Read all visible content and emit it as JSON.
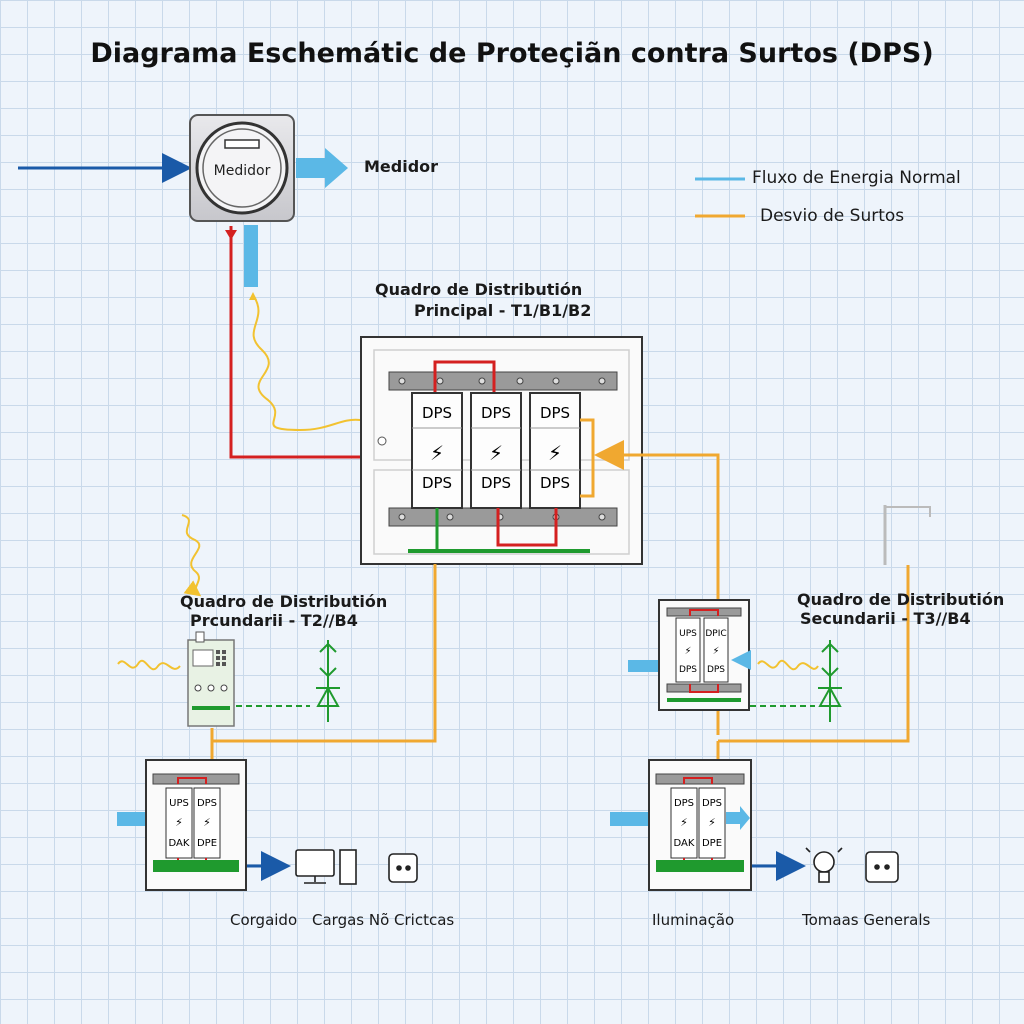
{
  "title": "Diagrama Eschemátic de Proteçiãn contra Surtos (DPS)",
  "meter": {
    "label": "Medidor",
    "caption": "Medidor"
  },
  "legend": {
    "normal_flow": "Fluxo de Energia Normal",
    "surge_diversion": "Desvio de Surtos"
  },
  "panels": {
    "main_line1": "Quadro de Distributión",
    "main_line2": "Principal - T1/B1/B2",
    "secondary_left_line1": "Quadro de Distributión",
    "secondary_left_line2": "Prcundarii - T2//B4",
    "secondary_right_line1": "Quadro de Distributión",
    "secondary_right_line2": "Secundarii - T3//B4"
  },
  "dps_modules": {
    "top_label": "DPS",
    "bottom_label": "DPS",
    "small_left_top": "UPS",
    "small_right_top": "DPIC",
    "small_left_bottom": "DAK",
    "small_right_bottom": "DPE"
  },
  "loads": {
    "left_a": "Corgaido",
    "left_b": "Cargas Nõ Crictcas",
    "right_a": "Iluminação",
    "right_b": "Tomaas Generals"
  },
  "colors": {
    "normal_flow": "#5bb8e6",
    "surge": "#f0a830",
    "phase": "#d42020",
    "ground": "#1f9a2e",
    "arrow_blue": "#1a5aa8",
    "background": "#eef4fb"
  }
}
